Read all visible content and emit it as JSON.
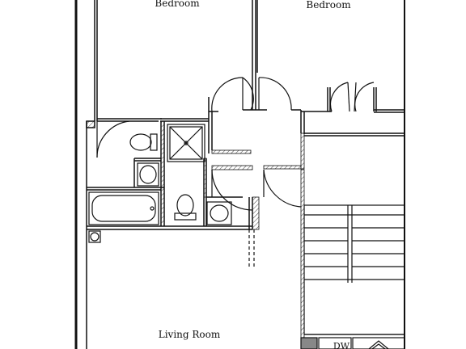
{
  "rooms": {
    "bedroom_left": "Bedroom",
    "bedroom_right": "Bedroom",
    "living_room": "Living Room",
    "dishwasher": "DW"
  },
  "colors": {
    "wall": "#111111",
    "hatch": "#444444",
    "background": "#ffffff"
  },
  "icons": {
    "stair": "staircase-icon",
    "toilet": "toilet-icon",
    "sink": "sink-icon",
    "tub": "bathtub-icon",
    "shower": "shower-icon",
    "range": "range-icon"
  }
}
